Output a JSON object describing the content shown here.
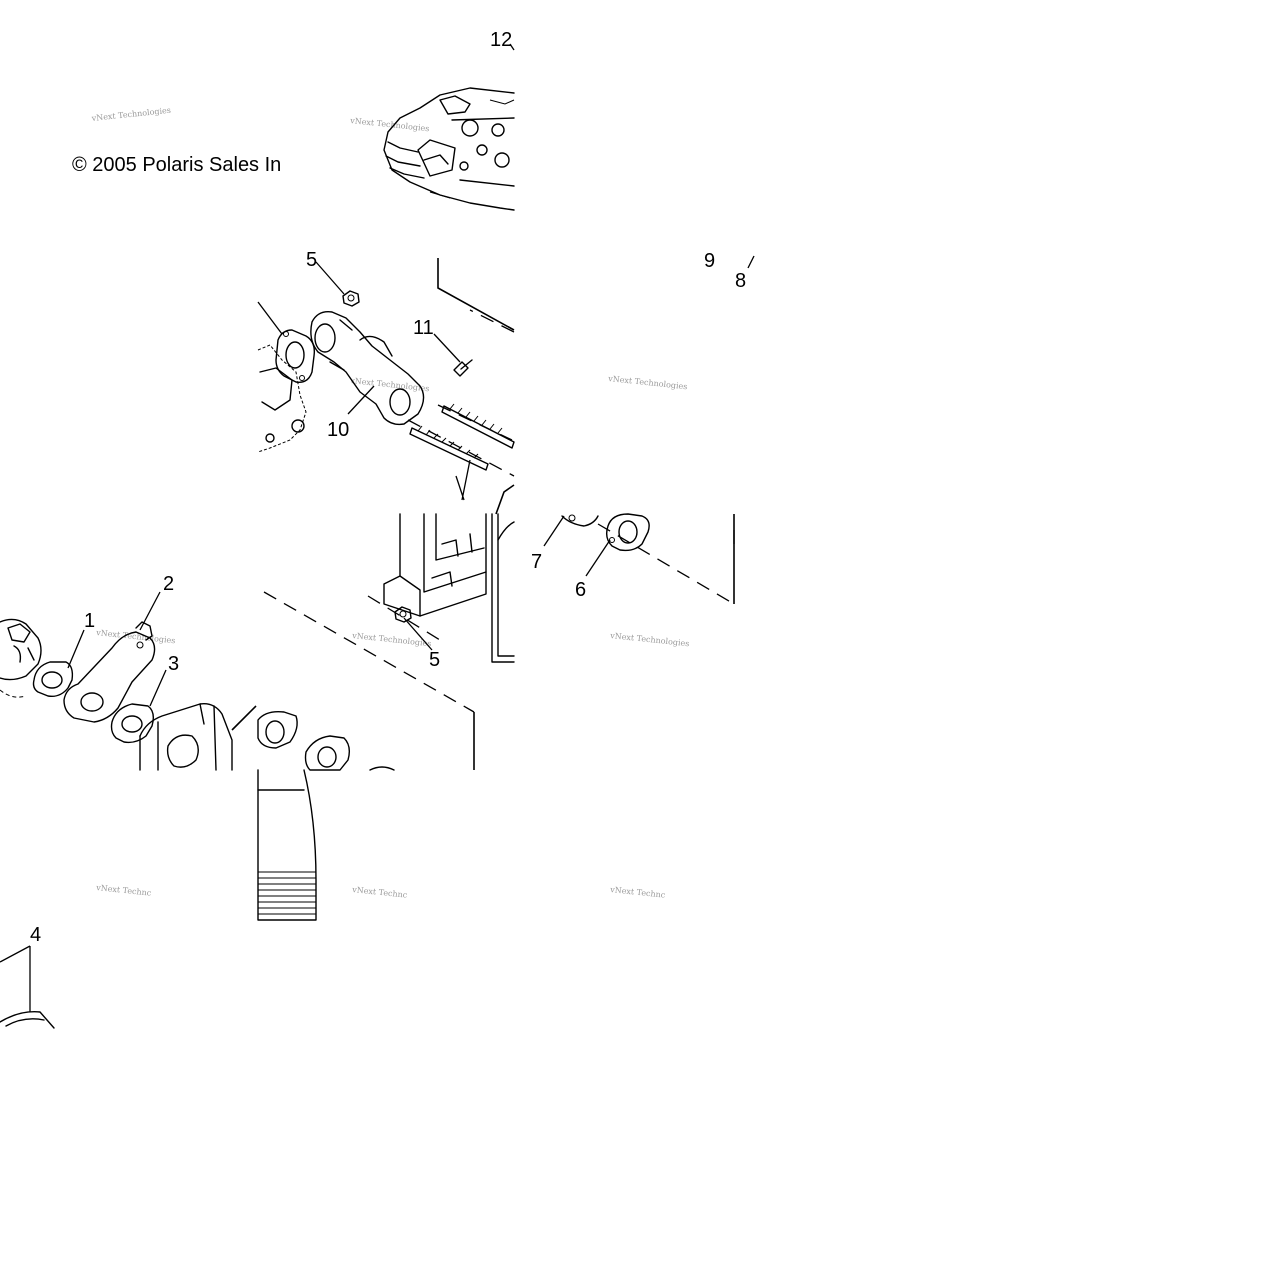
{
  "copyright": "© 2005 Polaris Sales In",
  "watermark": {
    "text": "vNext Technologies",
    "text_cut": "vNext Technc"
  },
  "callouts": {
    "c1": "1",
    "c2": "2",
    "c3": "3",
    "c4": "4",
    "c5a": "5",
    "c5b": "5",
    "c6": "6",
    "c7": "7",
    "c8": "8",
    "c9": "9",
    "c10": "10",
    "c11": "11",
    "c12": "12"
  },
  "colors": {
    "line": "#000000",
    "watermark": "#9a9a9a",
    "background": "#ffffff"
  }
}
